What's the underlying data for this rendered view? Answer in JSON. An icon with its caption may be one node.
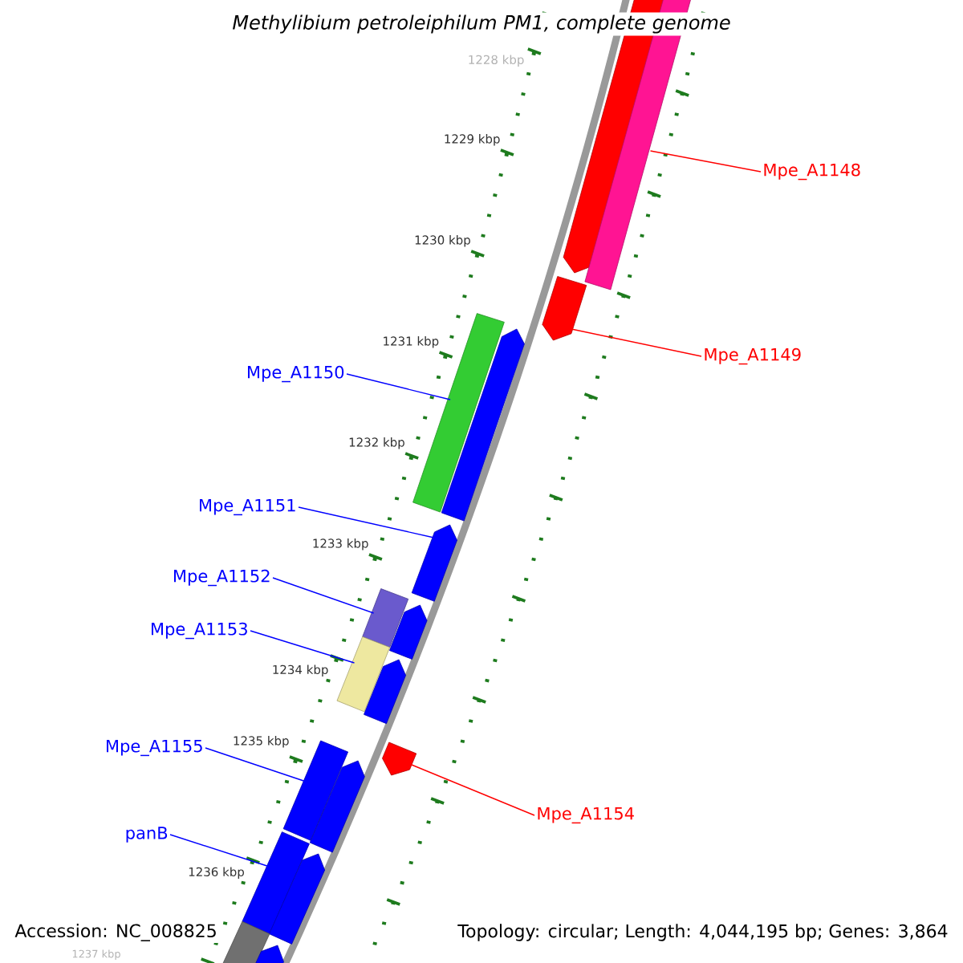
{
  "diagram": {
    "title": "Methylibium petroleiphilum PM1, complete genome",
    "nodes": [
      {
        "text": [
          "Mpe_A1148"
        ]
      },
      {
        "text": [
          "Mpe_A1149"
        ]
      },
      {
        "text": [
          "Mpe_A1150"
        ]
      },
      {
        "text": [
          "Mpe_A1151"
        ]
      },
      {
        "text": [
          "Mpe_A1152"
        ]
      },
      {
        "text": [
          "Mpe_A1153"
        ]
      },
      {
        "text": [
          "Mpe_A1155"
        ]
      },
      {
        "text": [
          "Mpe_A1154"
        ]
      },
      {
        "text": [
          "panB"
        ]
      },
      {
        "text": [],
        "shape": "pentagon"
      },
      {
        "text": [],
        "shape": "bar"
      },
      {
        "text": [],
        "shape": "pentagon"
      },
      {
        "text": [],
        "shape": "bar"
      },
      {
        "text": [],
        "shape": "pentagon"
      },
      {
        "text": [],
        "shape": "pentagon"
      },
      {
        "text": [],
        "shape": "bar"
      },
      {
        "text": [],
        "shape": "pentagon"
      },
      {
        "text": [],
        "shape": "bar"
      },
      {
        "text": [],
        "shape": "pentagon"
      },
      {
        "text": [],
        "shape": "bar"
      },
      {
        "text": [],
        "shape": "pentagon"
      },
      {
        "text": [],
        "shape": "pentagon"
      },
      {
        "text": [],
        "shape": "bar"
      },
      {
        "text": [],
        "shape": "pentagon"
      },
      {
        "text": [],
        "shape": "bar"
      },
      {
        "text": [],
        "shape": "pentagon"
      }
    ],
    "edges": [
      {
        "from": 0,
        "to": 10,
        "arrow": "none",
        "color": "#ff0000"
      },
      {
        "from": 1,
        "to": 11,
        "arrow": "none",
        "color": "#ff0000"
      },
      {
        "from": 2,
        "to": 12,
        "arrow": "none"
      },
      {
        "from": 3,
        "to": 14,
        "arrow": "none"
      },
      {
        "from": 4,
        "to": 15,
        "arrow": "none"
      },
      {
        "from": 5,
        "to": 17,
        "arrow": "none"
      },
      {
        "from": 6,
        "to": 19,
        "arrow": "none"
      },
      {
        "from": 7,
        "to": 20,
        "arrow": "none",
        "color": "#ff0000"
      },
      {
        "from": 8,
        "to": 22,
        "arrow": "none"
      }
    ],
    "labels": [
      "1228 kbp",
      "1229 kbp",
      "1230 kbp",
      "1231 kbp",
      "1232 kbp",
      "1233 kbp",
      "1234 kbp",
      "1235 kbp",
      "1236 kbp",
      "1237 kbp",
      "Accession: NC_008825",
      "Topology: circular; Length: 4,044,195 bp; Genes: 3,864"
    ]
  }
}
